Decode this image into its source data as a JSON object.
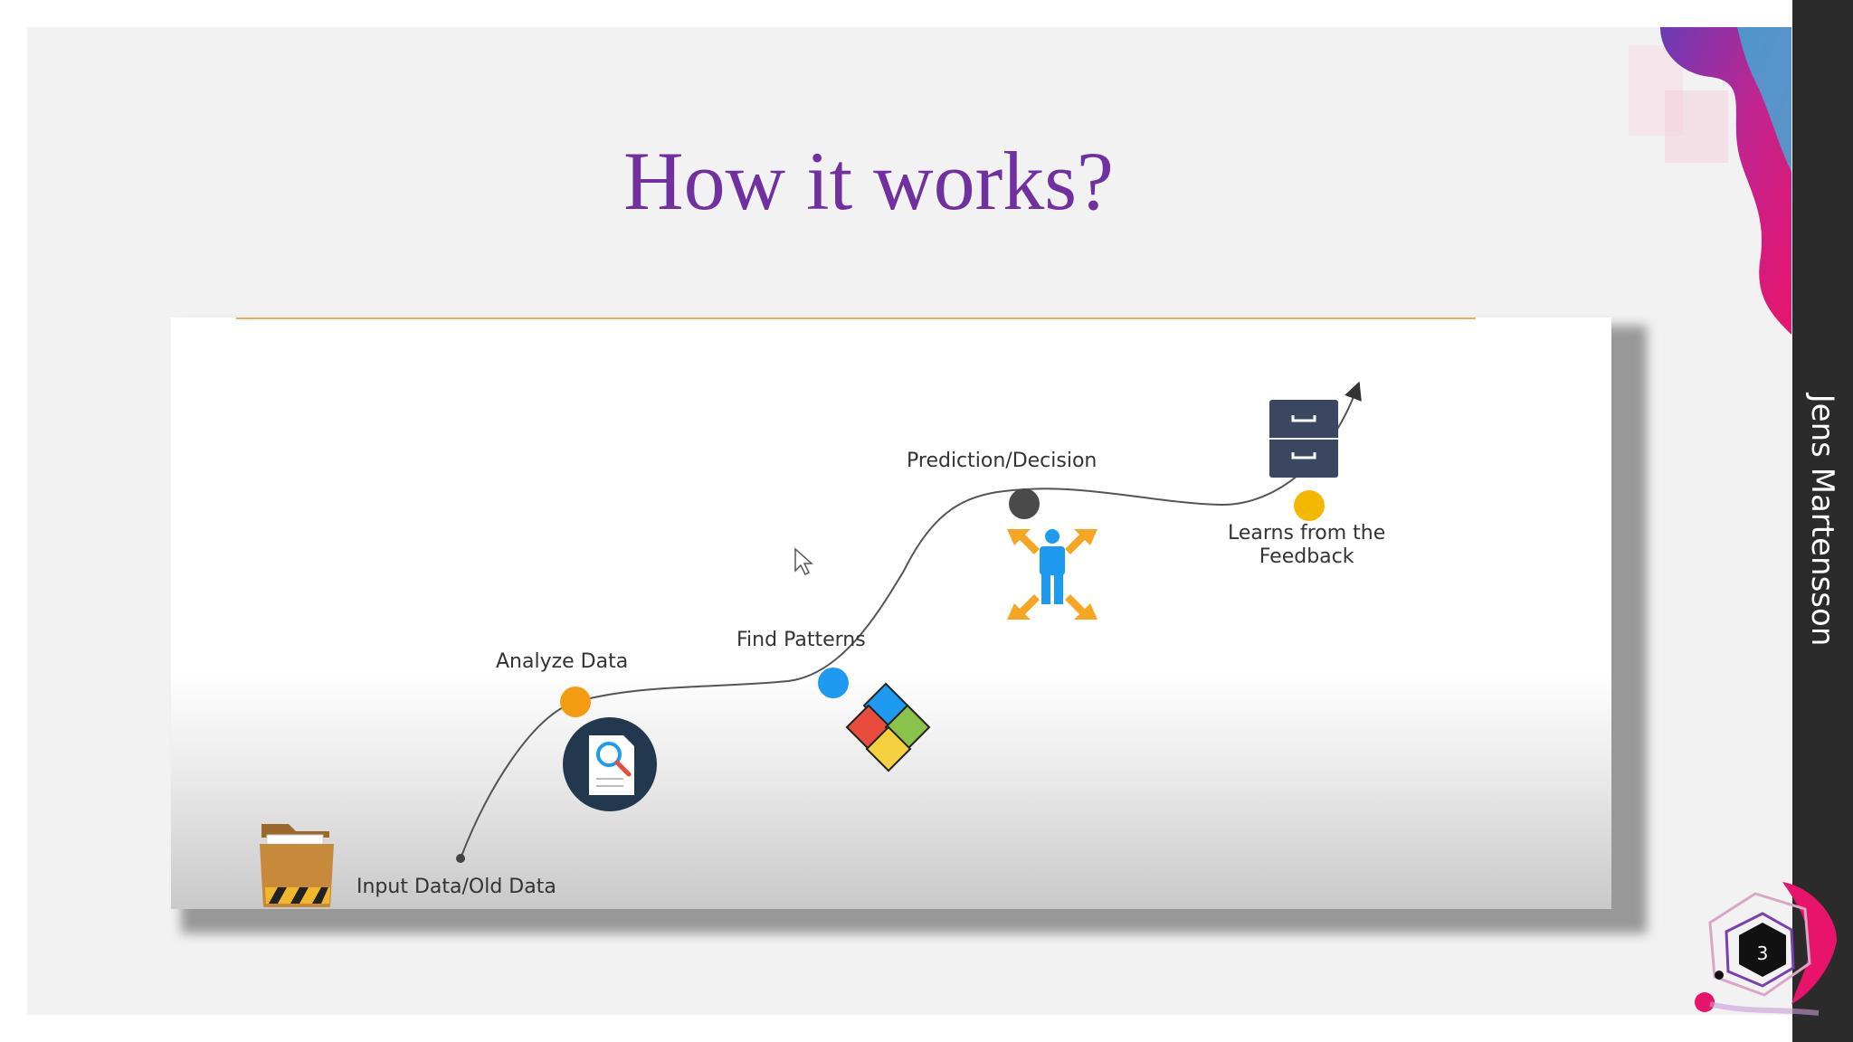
{
  "slide": {
    "title": "How it works?",
    "author": "Jens Martensson",
    "page_number": "3"
  },
  "diagram": {
    "stages": [
      {
        "label": "Input Data/Old Data",
        "icon": "folder-icon",
        "dot_color": "#444444"
      },
      {
        "label": "Analyze Data",
        "icon": "document-search-icon",
        "dot_color": "#f39c12"
      },
      {
        "label": "Find Patterns",
        "icon": "puzzle-icon",
        "dot_color": "#1e9bf0"
      },
      {
        "label": "Prediction/Decision",
        "icon": "person-arrows-icon",
        "dot_color": "#4a4a4a"
      },
      {
        "label": "Learns from the",
        "label_line2": "Feedback",
        "icon": "file-cabinet-icon",
        "dot_color": "#f5b800"
      }
    ]
  },
  "colors": {
    "title": "#7030a0",
    "side_band": "#2b2b2b",
    "accent_pink": "#e8146c",
    "accent_purple": "#6a3bb5"
  }
}
